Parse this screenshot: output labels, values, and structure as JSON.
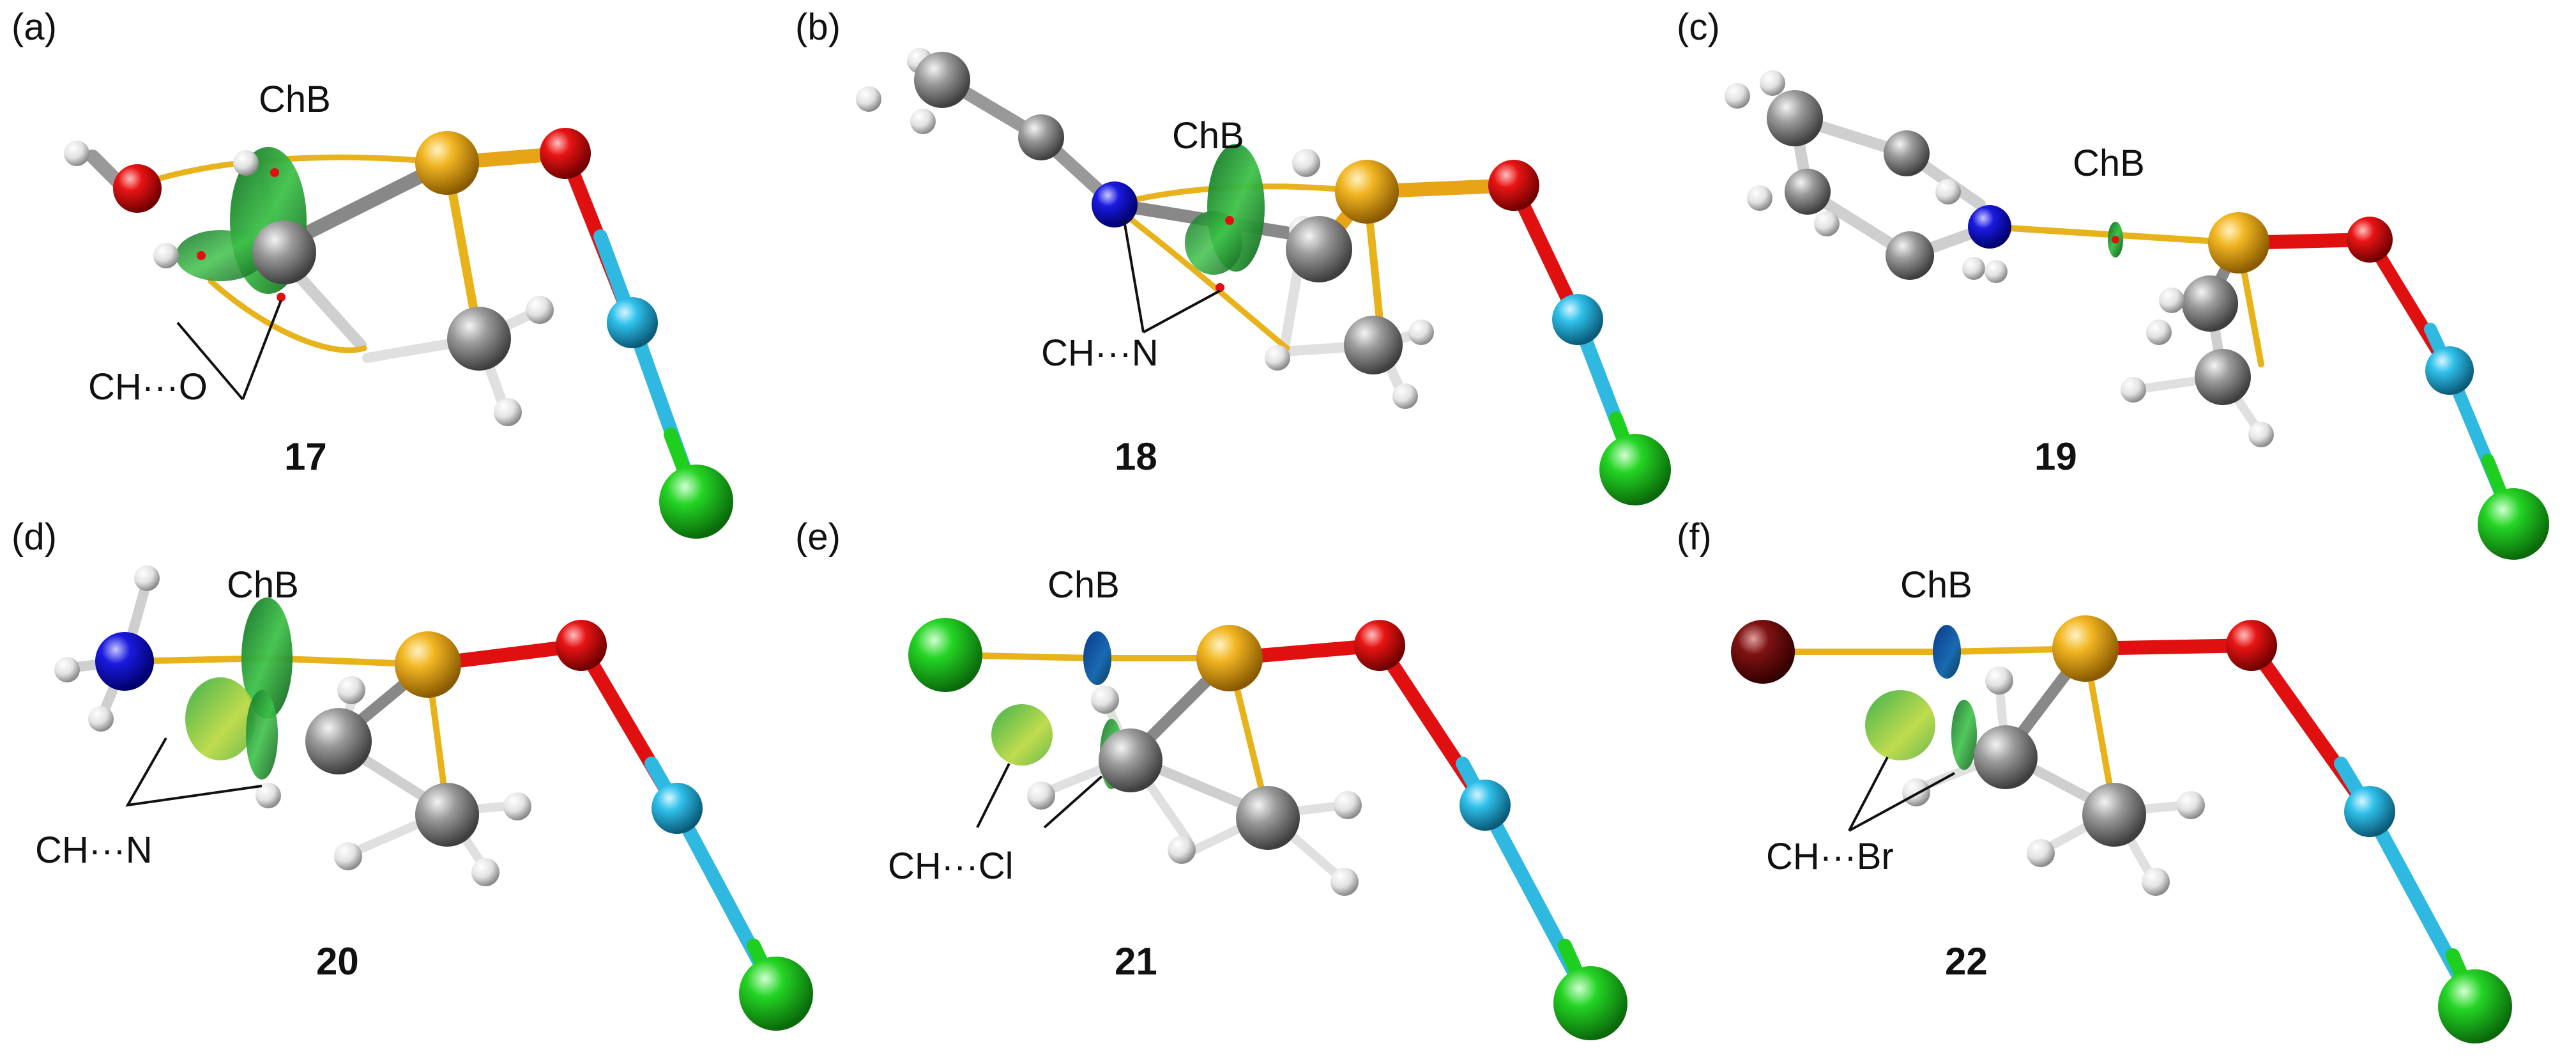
{
  "figure": {
    "panels": [
      {
        "letter": "(a)",
        "compound": "17",
        "chb_label": "ChB",
        "contact_label": "CH···O"
      },
      {
        "letter": "(b)",
        "compound": "18",
        "chb_label": "ChB",
        "contact_label": "CH···N"
      },
      {
        "letter": "(c)",
        "compound": "19",
        "chb_label": "ChB",
        "contact_label": ""
      },
      {
        "letter": "(d)",
        "compound": "20",
        "chb_label": "ChB",
        "contact_label": "CH···N"
      },
      {
        "letter": "(e)",
        "compound": "21",
        "chb_label": "ChB",
        "contact_label": "CH···Cl"
      },
      {
        "letter": "(f)",
        "compound": "22",
        "chb_label": "ChB",
        "contact_label": "CH···Br"
      }
    ]
  },
  "atom_colors": {
    "S": "#e6a416",
    "O": "#e01010",
    "C_cyan": "#2fb8e0",
    "Cl": "#1fcf1f",
    "C": "#8a8a8a",
    "H": "#e8e8e8",
    "N": "#1414d8",
    "Br": "#7a1010",
    "nci_surface": "#2aa83a"
  }
}
